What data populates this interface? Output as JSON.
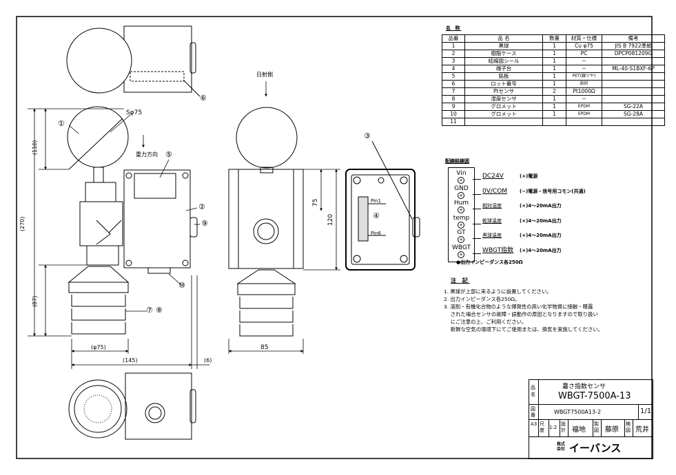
{
  "parts": {
    "caption": "名 称",
    "headers": [
      "品番",
      "品 名",
      "数量",
      "材質・仕様",
      "備考"
    ],
    "rows": [
      [
        "1",
        "黒球",
        "1",
        "Cu φ75",
        "JIS B 7922準拠"
      ],
      [
        "2",
        "樹脂ケース",
        "1",
        "PC",
        "DPCP081209G"
      ],
      [
        "3",
        "結線図シール",
        "1",
        "－",
        ""
      ],
      [
        "4",
        "端子台",
        "1",
        "－",
        "ML-40-S1BXF-6P"
      ],
      [
        "5",
        "銘板",
        "1",
        "PET(銀ツヤ)",
        ""
      ],
      [
        "6",
        "ロット番号",
        "1",
        "刻印",
        ""
      ],
      [
        "7",
        "Ptセンサ",
        "2",
        "Pt1000Ω",
        ""
      ],
      [
        "8",
        "湿度センサ",
        "1",
        "－",
        ""
      ],
      [
        "9",
        "グロメット",
        "1",
        "EPDM",
        "SG-22A"
      ],
      [
        "10",
        "グロメット",
        "1",
        "EPDM",
        "SG-28A"
      ],
      [
        "11",
        "",
        "",
        "",
        ""
      ]
    ]
  },
  "wiring": {
    "caption": "配線結線図",
    "terminals": [
      "Vin",
      "GND",
      "Hum",
      "temp",
      "GT",
      "WBGT"
    ],
    "signals": [
      {
        "name": "DC24V",
        "desc": "(+)電源"
      },
      {
        "name": "0V/COM",
        "desc": "(−)電源・信号用コモン(共通)"
      },
      {
        "name": "相対湿度",
        "desc": "(+)4～20mA出力"
      },
      {
        "name": "乾球温度",
        "desc": "(+)4～20mA出力"
      },
      {
        "name": "黒球温度",
        "desc": "(+)4～20mA出力"
      },
      {
        "name": "WBGT指数",
        "desc": "(+)4～20mA出力"
      }
    ],
    "output_note": "●出力インピーダンス各250Ω"
  },
  "notes": {
    "caption": "注 記",
    "lines": [
      "1. 黒球が上部に来るように設置してください。",
      "2. 出力インピーダンス各250Ω。",
      "3. 溶剤・有機化合物のような揮発性の高い化学物資に接触・曝露",
      "　 された場合センサの故障・誤動作の原因となりますので取り扱い",
      "　 にご注意の上、ご利用ください。",
      "　 新鮮な空気の環境下にてご使用または、換気を実施してください。"
    ]
  },
  "title_block": {
    "name_label": "品名",
    "product_name": "暑さ指数センサ",
    "model": "WBGT-7500A-13",
    "drawing_label": "図番",
    "drawing_no": "WBGT7500A13-2",
    "sheet": "1/1",
    "paper": "A3",
    "scale_label": "尺度",
    "scale": "1:2",
    "design_label": "設計",
    "designer": "福地",
    "draw_label": "製図",
    "drafter": "藤原",
    "check_label": "検図",
    "checker": "荒井",
    "company_prefix": "株式会社",
    "company": "イーバンス"
  },
  "drawing": {
    "sun_side": "日射側",
    "gravity": "重力方向",
    "sphere_dia": "Sφ75",
    "dims": {
      "d110": "(110)",
      "d270": "(270)",
      "d87": "(87)",
      "d75dia": "(φ75)",
      "d145": "(145)",
      "d6": "(6)",
      "d75": "75",
      "d120": "120",
      "d85": "85"
    },
    "pins": {
      "pin1": "Pin1",
      "pin6": "Pin6"
    },
    "balloons": [
      "①",
      "②",
      "③",
      "④",
      "⑤",
      "⑥",
      "⑦",
      "⑧",
      "⑨",
      "⑩"
    ]
  }
}
